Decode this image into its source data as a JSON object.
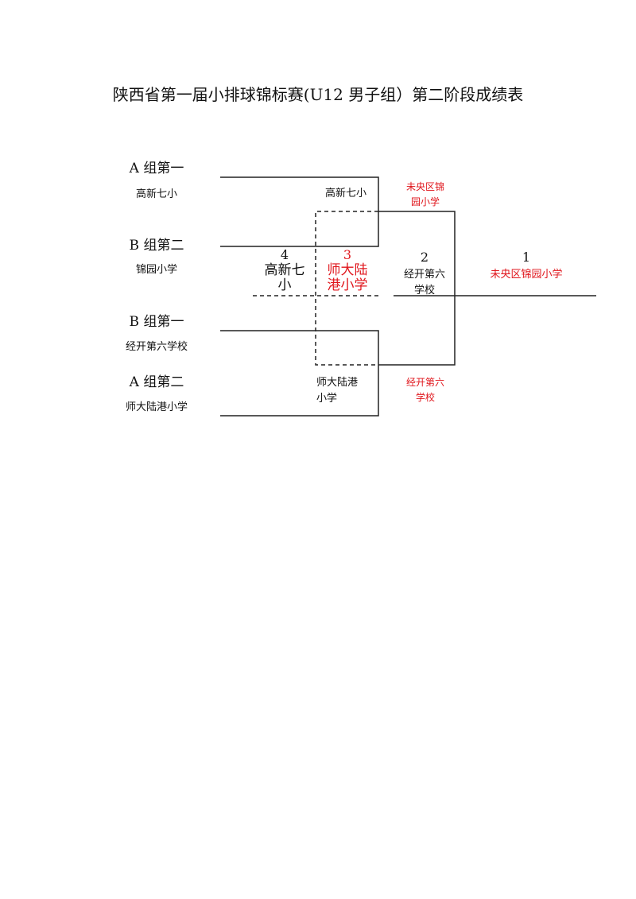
{
  "title": "陕西省第一届小排球锦标赛(U12 男子组）第二阶段成绩表",
  "seeds": [
    {
      "group": "A 组第一",
      "team": "高新七小"
    },
    {
      "group": "B 组第二",
      "team": "锦园小学"
    },
    {
      "group": "B 组第一",
      "team": "经开第六学校"
    },
    {
      "group": "A 组第二",
      "team": "师大陆港小学"
    }
  ],
  "semifinal_winners": {
    "top": "高新七小",
    "bottom_line1": "师大陆港",
    "bottom_line2": "小学"
  },
  "final_teams": {
    "top_line1": "未央区锦",
    "top_line2": "园小学",
    "bottom_line1": "经开第六",
    "bottom_line2": "学校"
  },
  "ranking": [
    {
      "rank": "1",
      "line1": "未央区锦园小学"
    },
    {
      "rank": "2",
      "line1": "经开第六",
      "line2": "学校"
    },
    {
      "rank": "3",
      "line1": "师大陆",
      "line2": "港小学"
    },
    {
      "rank": "4",
      "line1": "高新七",
      "line2": "小"
    }
  ],
  "colors": {
    "winner": "#e0161c",
    "line": "#222222"
  }
}
